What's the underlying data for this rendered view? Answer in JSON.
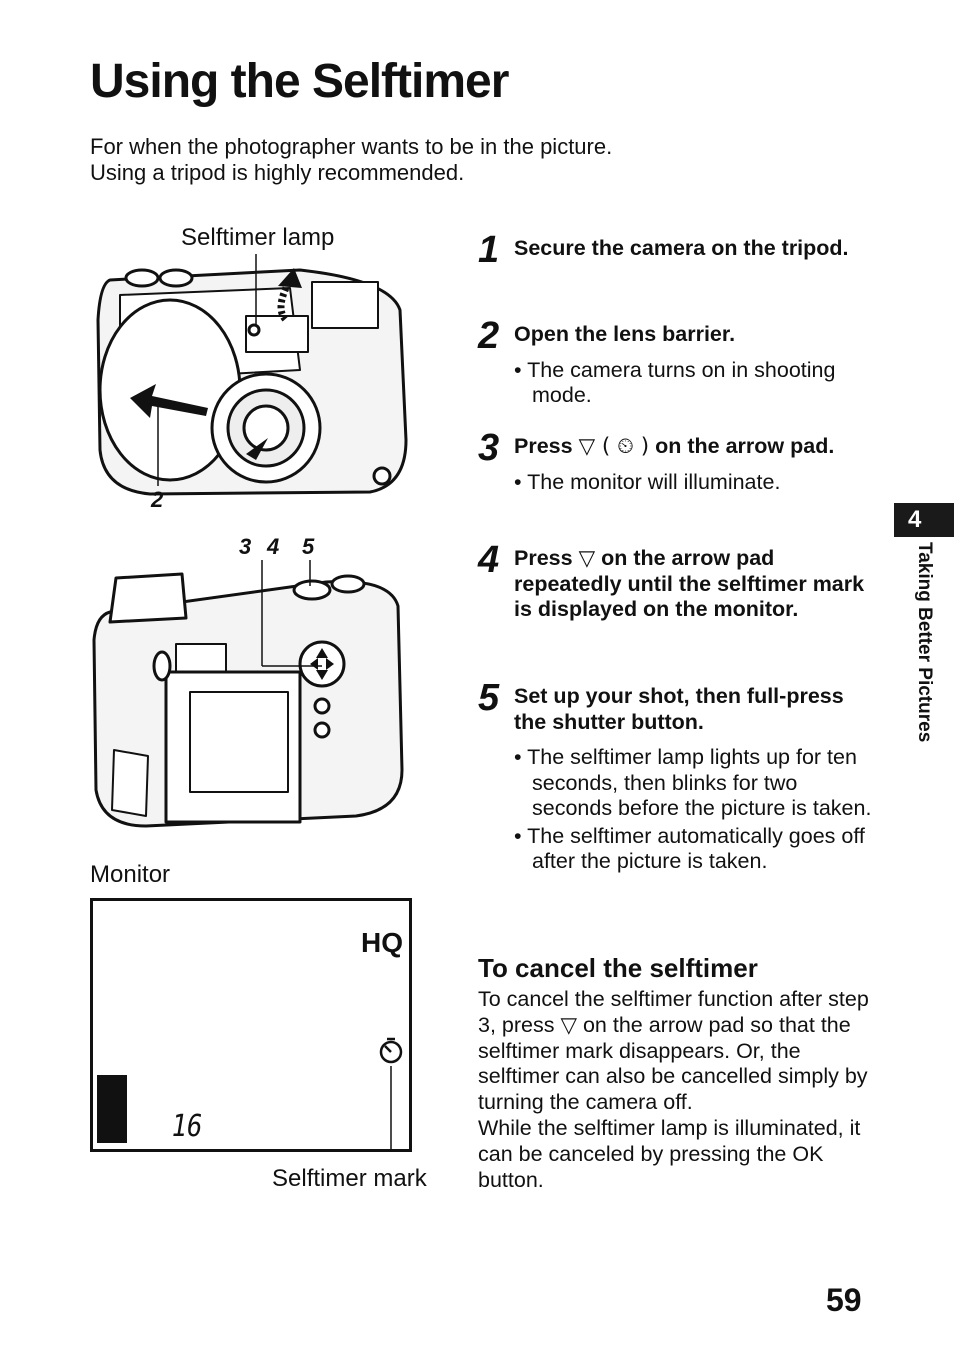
{
  "page": {
    "title": "Using the Selftimer",
    "intro_line1": "For when the photographer wants to be in the picture.",
    "intro_line2": "Using a tripod is highly recommended.",
    "page_number": "59",
    "section_tab": "4",
    "section_label": "Taking Better Pictures"
  },
  "figures": {
    "selftimer_lamp_label": "Selftimer lamp",
    "front_callout": "2",
    "back_callouts": [
      "3",
      "4",
      "5"
    ],
    "monitor_label": "Monitor",
    "monitor_quality": "HQ",
    "monitor_count": "16",
    "selftimer_mark_label": "Selftimer mark"
  },
  "steps": [
    {
      "num": "1",
      "text": "Secure the camera on the tripod.",
      "bullets": []
    },
    {
      "num": "2",
      "text": "Open the lens barrier.",
      "bullets": [
        "• The camera turns on in shooting mode."
      ]
    },
    {
      "num": "3",
      "text_a": "Press ",
      "text_sym": "▽ ( ⏲ )",
      "text_b": " on the arrow pad.",
      "bullets": [
        "• The monitor will illuminate."
      ]
    },
    {
      "num": "4",
      "text_a": "Press ",
      "text_sym": "▽",
      "text_b": " on the arrow pad repeatedly until the selftimer mark is displayed on the monitor.",
      "bullets": []
    },
    {
      "num": "5",
      "text": "Set up your shot, then full-press the shutter button.",
      "bullets": [
        "• The selftimer lamp lights up for ten seconds, then blinks for two seconds before the picture is taken.",
        "• The selftimer automatically goes off after the picture is taken."
      ]
    }
  ],
  "cancel": {
    "title": "To cancel the selftimer",
    "body_a": "To cancel the selftimer function after step 3, press ",
    "body_sym": "▽",
    "body_b": " on the arrow pad so that the selftimer mark disappears. Or, the selftimer can also be cancelled simply by turning the camera off.",
    "body_2": "While the selftimer lamp is illuminated, it can be canceled by pressing the OK button."
  }
}
